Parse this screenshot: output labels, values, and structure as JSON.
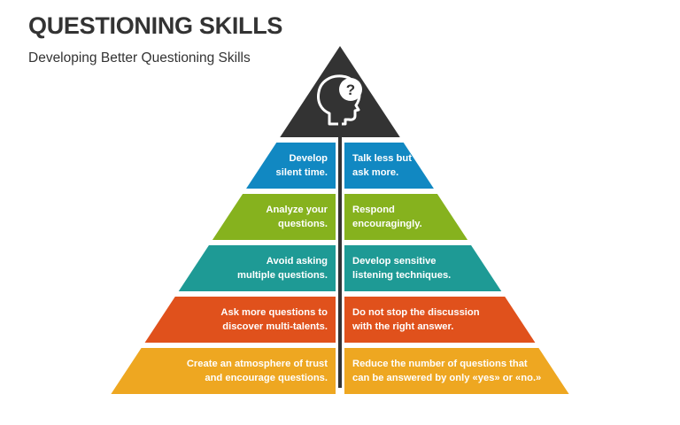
{
  "title": "QUESTIONING SKILLS",
  "subtitle": "Developing Better Questioning Skills",
  "colors": {
    "apex": "#333333",
    "spine": "#333333",
    "icon": "#ffffff",
    "text": "#ffffff"
  },
  "icons": {
    "apex": "head-question-icon"
  },
  "tiers": [
    {
      "color": "#1188c2",
      "left": [
        "Develop",
        "silent time."
      ],
      "right": [
        "Talk less but",
        "ask more."
      ]
    },
    {
      "color": "#86b21e",
      "left": [
        "Analyze your",
        "questions."
      ],
      "right": [
        "Respond",
        "encouragingly."
      ]
    },
    {
      "color": "#1e9a95",
      "left": [
        "Avoid asking",
        "multiple questions."
      ],
      "right": [
        "Develop sensitive",
        "listening techniques."
      ]
    },
    {
      "color": "#e0511c",
      "left": [
        "Ask more questions to",
        "discover multi-talents."
      ],
      "right": [
        "Do not stop the discussion",
        "with the right answer."
      ]
    },
    {
      "color": "#eea721",
      "left": [
        "Create an atmosphere of trust",
        "and encourage questions."
      ],
      "right": [
        "Reduce the number of questions that",
        "can be answered by only «yes» or «no.»"
      ]
    }
  ]
}
